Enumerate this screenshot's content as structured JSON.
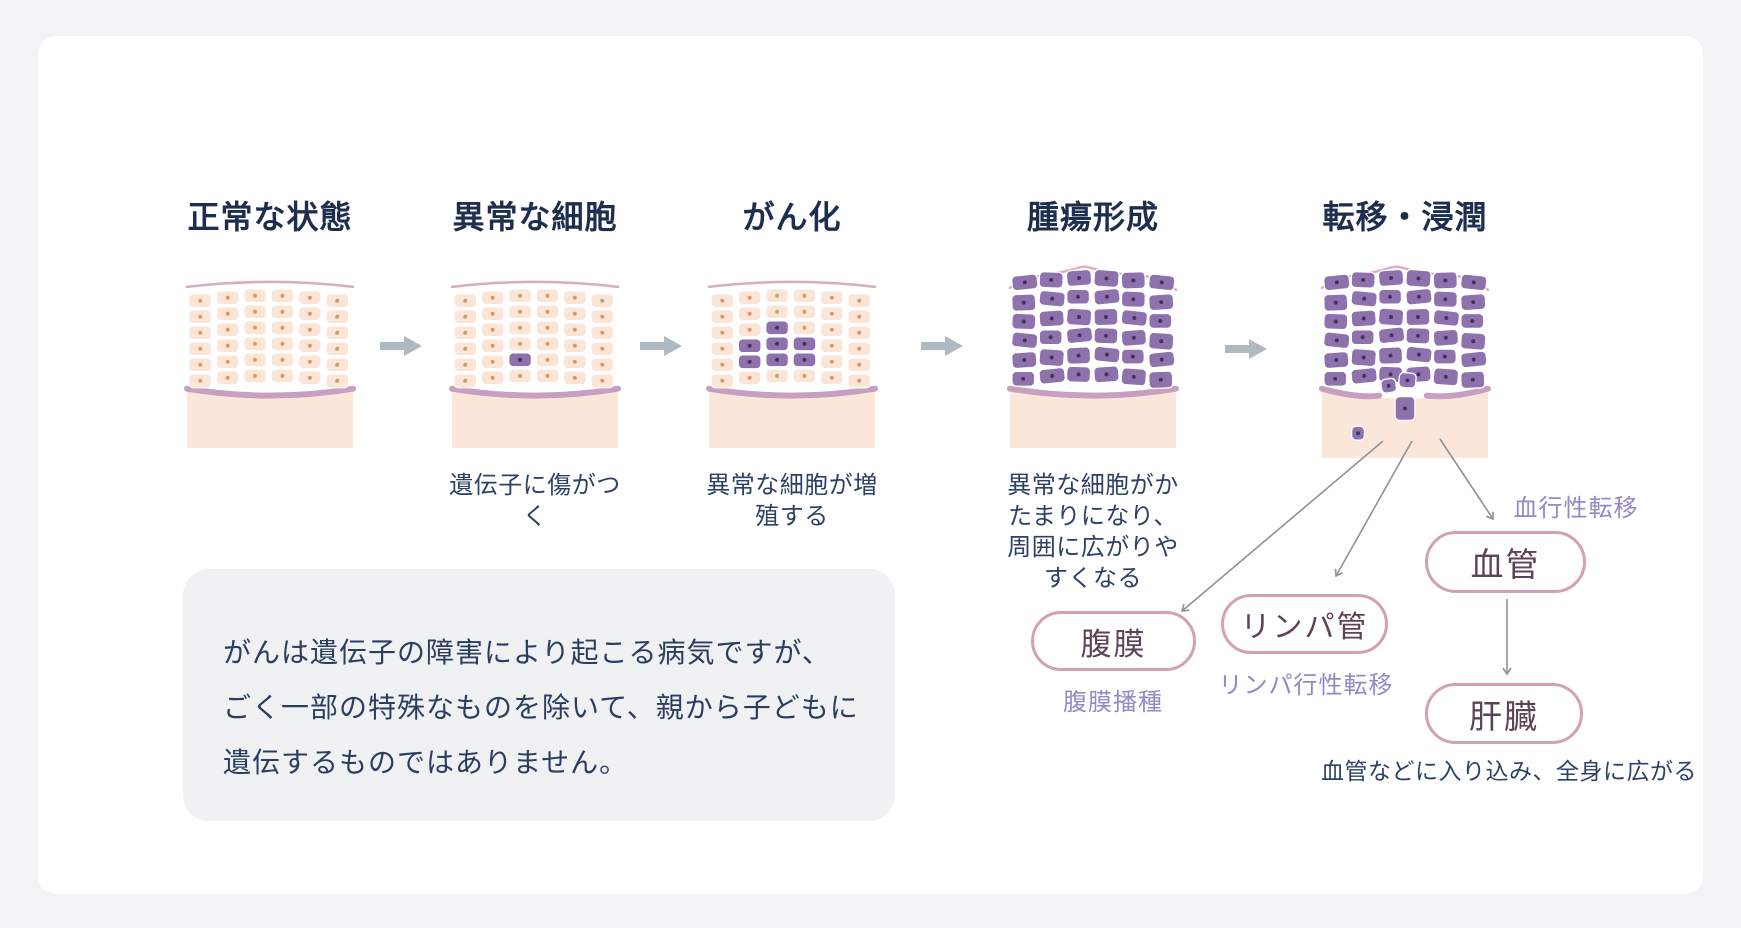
{
  "stages": [
    {
      "title": "正常な状態",
      "caption": "",
      "illustration": "normal"
    },
    {
      "title": "異常な細胞",
      "caption": "遺伝子に傷がつく",
      "illustration": "single"
    },
    {
      "title": "がん化",
      "caption": "異常な細胞が増殖する",
      "illustration": "cluster"
    },
    {
      "title": "腫瘍形成",
      "caption": "異常な細胞がかたまりになり、\n周囲に広がりやすくなる",
      "illustration": "tumor"
    },
    {
      "title": "転移・浸潤",
      "caption": "",
      "illustration": "invasion"
    }
  ],
  "note_box": {
    "lines": [
      "がんは遺伝子の障害により起こる病気ですが、",
      "ごく一部の特殊なものを除いて、親から子どもに",
      "遺伝するものではありません。"
    ]
  },
  "metastasis": {
    "peritoneum": {
      "label": "腹膜",
      "route_label": "腹膜播種"
    },
    "lymph": {
      "label": "リンパ管",
      "route_label": "リンパ行性転移"
    },
    "blood": {
      "label": "血管",
      "route_label": "血行性転移"
    },
    "liver": {
      "label": "肝臓"
    },
    "bottom_caption": "血管などに入り込み、全身に広がる"
  },
  "colors": {
    "page_bg": "#f2f3f5",
    "card_bg": "#ffffff",
    "title_text": "#1e2e4f",
    "caption_text": "#2c4165",
    "cell_normal": "#fae5d7",
    "nucleus_normal": "#d49a6e",
    "cell_abnormal": "#8e72ad",
    "nucleus_abnormal": "#45315a",
    "membrane": "#dcaac2",
    "membrane_tumor": "#e2aec2",
    "band": "#c79fc0",
    "base": "#fbe7da",
    "flow_arrow": "#aeb9c0",
    "branch_arrow": "#8e9296",
    "node_border": "#d3a0b6",
    "node_text": "#5c4356",
    "route_label_text": "#9588c5"
  }
}
